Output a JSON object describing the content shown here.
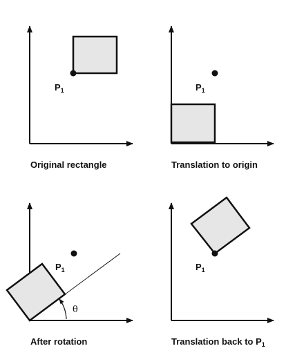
{
  "colors": {
    "stroke": "#111111",
    "rect_fill": "#e6e6e6",
    "background": "#ffffff"
  },
  "panels": [
    {
      "caption": "Original rectangle",
      "point_label": {
        "base": "P",
        "subscript": "1"
      }
    },
    {
      "caption": "Translation to origin",
      "point_label": {
        "base": "P",
        "subscript": "1"
      }
    },
    {
      "caption": "After rotation",
      "point_label": {
        "base": "P",
        "subscript": "1"
      },
      "angle_label": "θ"
    },
    {
      "caption": "Translation back to ",
      "caption_point": {
        "base": "P",
        "subscript": "1"
      },
      "point_label": {
        "base": "P",
        "subscript": "1"
      }
    }
  ]
}
